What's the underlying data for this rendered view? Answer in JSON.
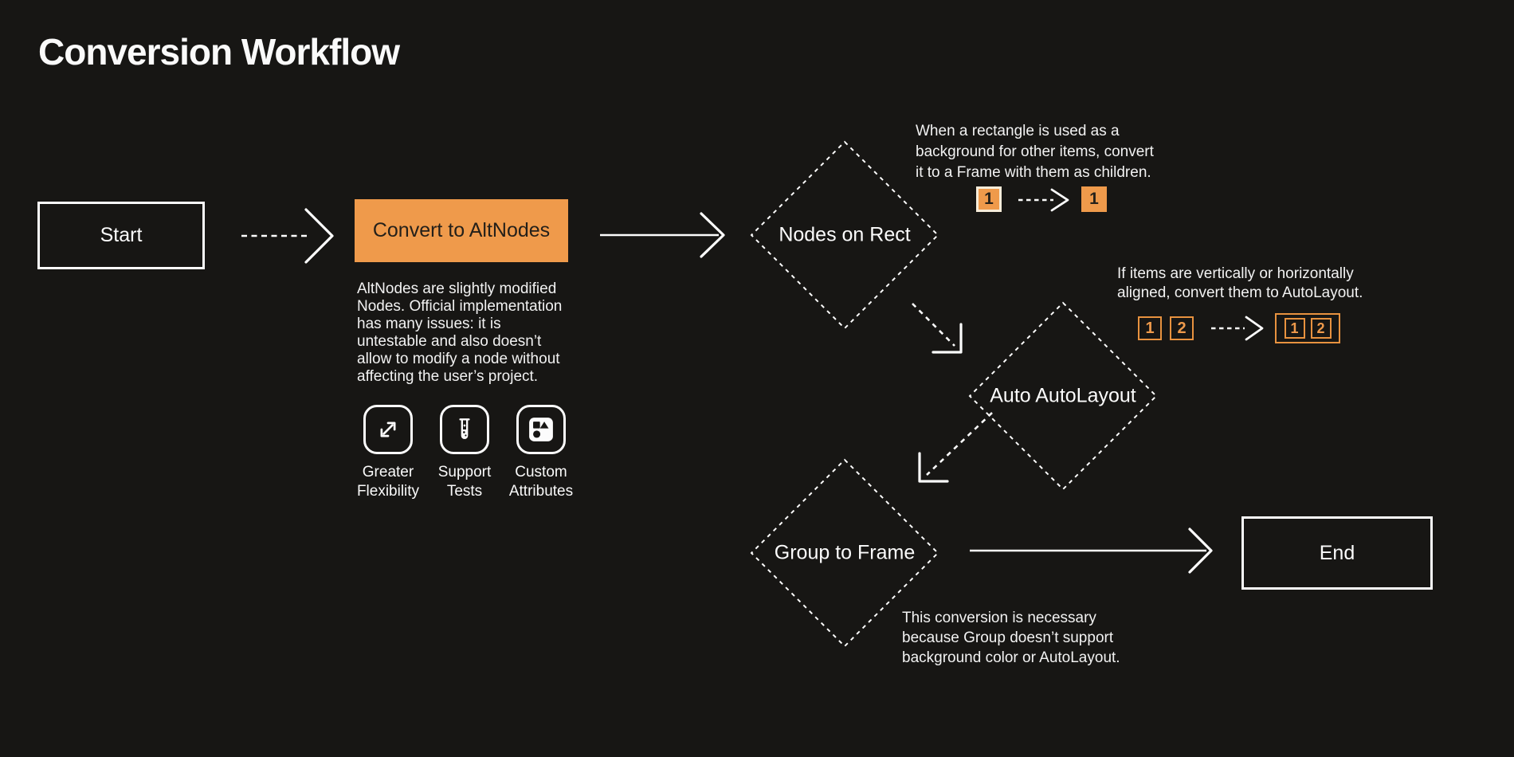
{
  "page": {
    "title": "Conversion Workflow"
  },
  "colors": {
    "background": "#171614",
    "accent_orange": "#EF9A4B",
    "chip_border_cream": "#F6ECD9",
    "line_white": "#FCFCFC"
  },
  "nodes": {
    "start": {
      "label": "Start",
      "shape": "rectangle"
    },
    "convert": {
      "label": "Convert to AltNodes",
      "shape": "rectangle-filled"
    },
    "nodes_on_rect": {
      "label": "Nodes on Rect",
      "shape": "diamond"
    },
    "auto_autolayout": {
      "label": "Auto AutoLayout",
      "shape": "diamond"
    },
    "group_to_frame": {
      "label": "Group to Frame",
      "shape": "diamond"
    },
    "end": {
      "label": "End",
      "shape": "rectangle"
    }
  },
  "convert_note": {
    "text": "AltNodes are slightly modified\nNodes. Official implementation\nhas many issues: it is\nuntestable and also doesn’t\nallow to modify a node without\naffecting the user’s project."
  },
  "features": [
    {
      "icon": "expand-arrows-icon",
      "label": "Greater\nFlexibility"
    },
    {
      "icon": "test-tube-icon",
      "label": "Support\nTests"
    },
    {
      "icon": "shapes-icon",
      "label": "Custom\nAttributes"
    }
  ],
  "annotations": {
    "rect_to_frame": {
      "text": "When a rectangle is used as a\nbackground for other items, convert\nit to a Frame with them as children.",
      "before": "1",
      "after": "1"
    },
    "auto_autolayout": {
      "text": "If items are vertically or horizontally\naligned, convert them to AutoLayout.",
      "before": [
        "1",
        "2"
      ],
      "after": [
        "1",
        "2"
      ]
    },
    "group_to_frame": {
      "text": "This conversion is necessary\nbecause Group doesn’t support\nbackground color or AutoLayout."
    }
  }
}
